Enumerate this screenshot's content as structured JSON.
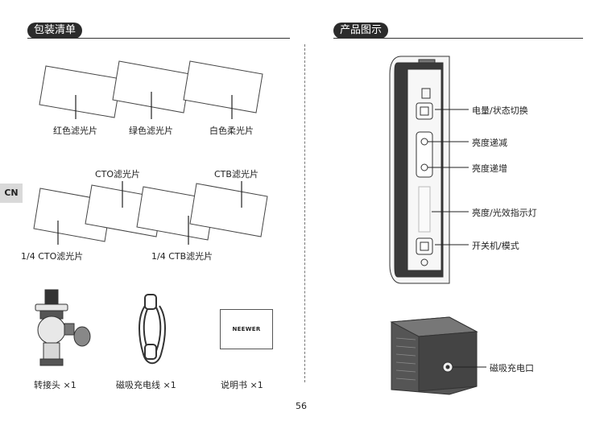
{
  "side_tab": {
    "lang": "CN"
  },
  "left": {
    "header": "包装清单",
    "filters_row1": [
      "红色滤光片",
      "绿色滤光片",
      "白色柔光片"
    ],
    "filters_row2_top": [
      "CTO滤光片",
      "CTB滤光片"
    ],
    "filters_row2_bottom": [
      "1/4 CTO滤光片",
      "1/4 CTB滤光片"
    ],
    "items": [
      "转接头 ×1",
      "磁吸充电线 ×1",
      "说明书 ×1"
    ],
    "manual_brand": "NEEWER"
  },
  "right": {
    "header": "产品图示",
    "callouts": [
      "电量/状态切换",
      "亮度递减",
      "亮度递增",
      "亮度/光效指示灯",
      "开关机/模式"
    ],
    "port_label": "磁吸充电口"
  },
  "page_number": "56"
}
